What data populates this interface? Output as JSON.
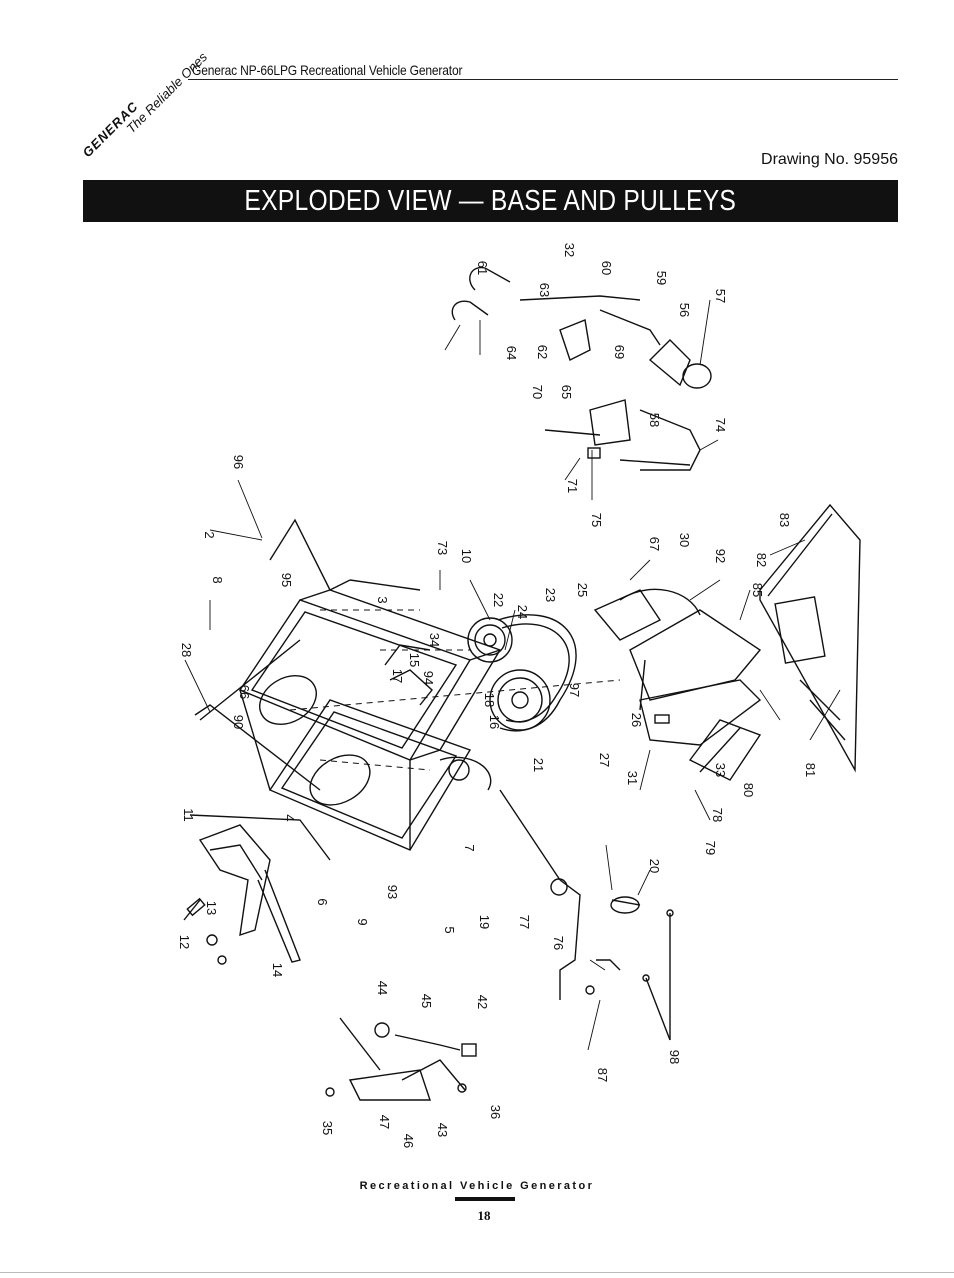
{
  "brand": {
    "logo_text": "GENERAC",
    "tagline": "The Reliable Ones"
  },
  "header": {
    "title": "Generac NP-66LPG Recreational Vehicle Generator",
    "drawing_number": "Drawing No. 95956"
  },
  "page_title": "EXPLODED VIEW — BASE AND PULLEYS",
  "part_callouts": [
    "2",
    "3",
    "4",
    "5",
    "6",
    "7",
    "8",
    "9",
    "10",
    "11",
    "12",
    "13",
    "14",
    "15",
    "16",
    "17",
    "18",
    "19",
    "20",
    "21",
    "22",
    "23",
    "24",
    "25",
    "26",
    "27",
    "28",
    "30",
    "31",
    "32",
    "33",
    "34",
    "35",
    "36",
    "42",
    "43",
    "44",
    "45",
    "46",
    "47",
    "56",
    "57",
    "58",
    "59",
    "60",
    "61",
    "62",
    "63",
    "64",
    "65",
    "66",
    "67",
    "69",
    "70",
    "71",
    "73",
    "74",
    "75",
    "76",
    "77",
    "78",
    "79",
    "80",
    "81",
    "82",
    "83",
    "85",
    "87",
    "90",
    "92",
    "93",
    "94",
    "95",
    "96",
    "97",
    "98"
  ],
  "footer": {
    "caption": "Recreational Vehicle Generator",
    "page_number": "18"
  }
}
